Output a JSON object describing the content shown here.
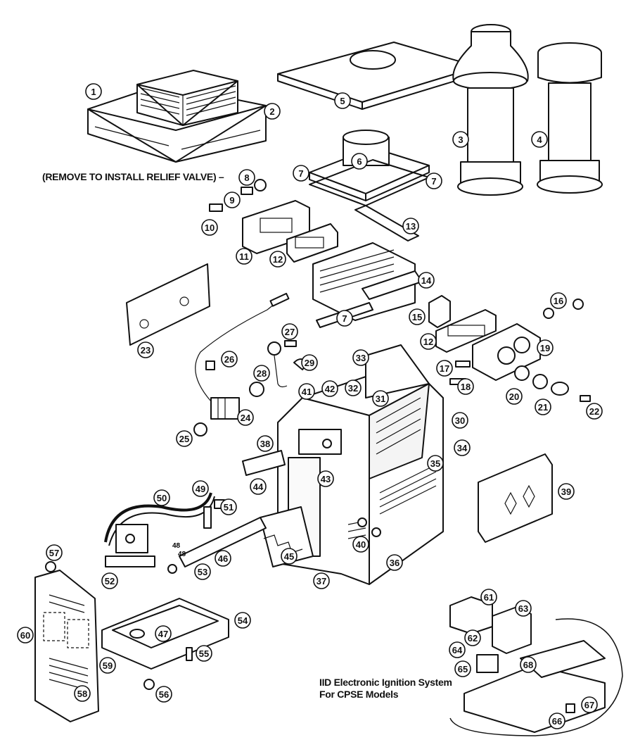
{
  "notes": {
    "relief_valve": "(REMOVE TO INSTALL RELIEF VALVE) –",
    "iid_line1": "IID Electronic Ignition System",
    "iid_line2": "For CPSE Models"
  },
  "callouts": [
    {
      "n": "1"
    },
    {
      "n": "2"
    },
    {
      "n": "3"
    },
    {
      "n": "4"
    },
    {
      "n": "5"
    },
    {
      "n": "6"
    },
    {
      "n": "7"
    },
    {
      "n": "7"
    },
    {
      "n": "7"
    },
    {
      "n": "8"
    },
    {
      "n": "9"
    },
    {
      "n": "10"
    },
    {
      "n": "11"
    },
    {
      "n": "12"
    },
    {
      "n": "12"
    },
    {
      "n": "13"
    },
    {
      "n": "14"
    },
    {
      "n": "15"
    },
    {
      "n": "16"
    },
    {
      "n": "17"
    },
    {
      "n": "18"
    },
    {
      "n": "19"
    },
    {
      "n": "20"
    },
    {
      "n": "21"
    },
    {
      "n": "22"
    },
    {
      "n": "23"
    },
    {
      "n": "24"
    },
    {
      "n": "25"
    },
    {
      "n": "26"
    },
    {
      "n": "27"
    },
    {
      "n": "28"
    },
    {
      "n": "29"
    },
    {
      "n": "30"
    },
    {
      "n": "31"
    },
    {
      "n": "32"
    },
    {
      "n": "33"
    },
    {
      "n": "34"
    },
    {
      "n": "35"
    },
    {
      "n": "36"
    },
    {
      "n": "37"
    },
    {
      "n": "38"
    },
    {
      "n": "39"
    },
    {
      "n": "40"
    },
    {
      "n": "41"
    },
    {
      "n": "42"
    },
    {
      "n": "43"
    },
    {
      "n": "44"
    },
    {
      "n": "45"
    },
    {
      "n": "46"
    },
    {
      "n": "47"
    },
    {
      "n": "49"
    },
    {
      "n": "50"
    },
    {
      "n": "51"
    },
    {
      "n": "52"
    },
    {
      "n": "53"
    },
    {
      "n": "54"
    },
    {
      "n": "55"
    },
    {
      "n": "56"
    },
    {
      "n": "57"
    },
    {
      "n": "58"
    },
    {
      "n": "59"
    },
    {
      "n": "60"
    },
    {
      "n": "61"
    },
    {
      "n": "62"
    },
    {
      "n": "63"
    },
    {
      "n": "64"
    },
    {
      "n": "65"
    },
    {
      "n": "66"
    },
    {
      "n": "67"
    },
    {
      "n": "68"
    }
  ],
  "small_labels": {
    "a": "48",
    "b": "48"
  }
}
